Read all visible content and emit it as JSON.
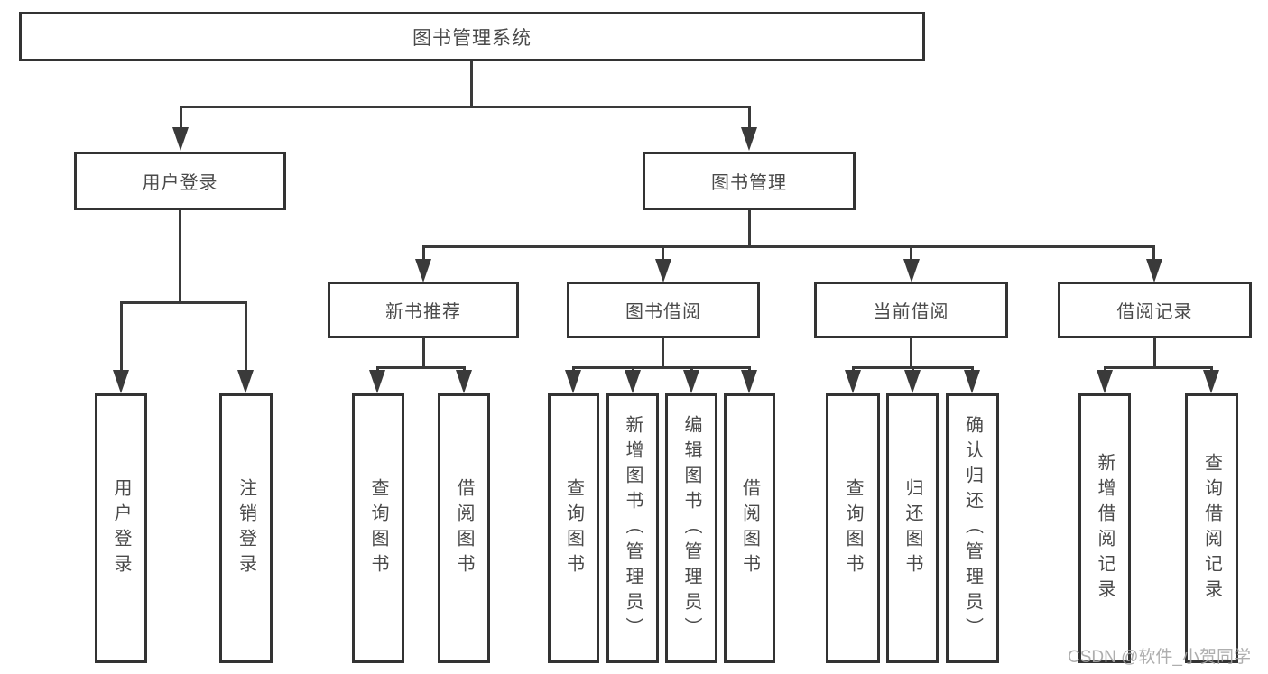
{
  "diagram": {
    "type": "tree",
    "root": {
      "label": "图书管理系统",
      "children": [
        {
          "label": "用户登录",
          "children": [
            {
              "label": "用户登录"
            },
            {
              "label": "注销登录"
            }
          ]
        },
        {
          "label": "图书管理",
          "children": [
            {
              "label": "新书推荐",
              "children": [
                {
                  "label": "查询图书"
                },
                {
                  "label": "借阅图书"
                }
              ]
            },
            {
              "label": "图书借阅",
              "children": [
                {
                  "label": "查询图书"
                },
                {
                  "label": "新增图书（管理员）"
                },
                {
                  "label": "编辑图书（管理员）"
                },
                {
                  "label": "借阅图书"
                }
              ]
            },
            {
              "label": "当前借阅",
              "children": [
                {
                  "label": "查询图书"
                },
                {
                  "label": "归还图书"
                },
                {
                  "label": "确认归还（管理员）"
                }
              ]
            },
            {
              "label": "借阅记录",
              "children": [
                {
                  "label": "新增借阅记录"
                },
                {
                  "label": "查询借阅记录"
                }
              ]
            }
          ]
        }
      ]
    }
  },
  "watermark": {
    "text": "CSDN @软件_小贺同学"
  },
  "colors": {
    "line": "#3a3a3a",
    "border": "#333333",
    "text": "#4a4a4a",
    "watermark": "#a6a6a6",
    "background": "#ffffff"
  }
}
